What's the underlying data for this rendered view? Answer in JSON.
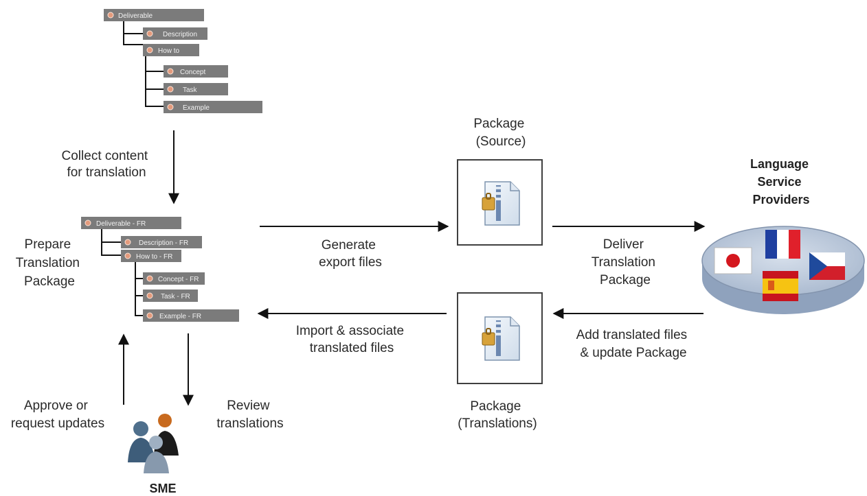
{
  "source_tree": {
    "nodes": [
      {
        "label": "Deliverable"
      },
      {
        "label": "Description"
      },
      {
        "label": "How to"
      },
      {
        "label": "Concept"
      },
      {
        "label": "Task"
      },
      {
        "label": "Example"
      }
    ]
  },
  "translated_tree": {
    "nodes": [
      {
        "label": "Deliverable - FR"
      },
      {
        "label": "Description - FR"
      },
      {
        "label": "How to - FR"
      },
      {
        "label": "Concept - FR"
      },
      {
        "label": "Task - FR"
      },
      {
        "label": "Example - FR"
      }
    ]
  },
  "labels": {
    "collect": [
      "Collect content",
      "for translation"
    ],
    "prepare": [
      "Prepare",
      "Translation",
      "Package"
    ],
    "generate": [
      "Generate",
      "export files"
    ],
    "import": [
      "Import & associate",
      "translated files"
    ],
    "deliver": [
      "Deliver",
      "Translation",
      "Package"
    ],
    "add_translated": [
      "Add translated  files",
      "& update  Package"
    ],
    "approve": [
      "Approve or",
      "request updates"
    ],
    "review": [
      "Review",
      "translations"
    ],
    "package_source": [
      "Package",
      "(Source)"
    ],
    "package_translations": [
      "Package",
      "(Translations)"
    ],
    "lsp": [
      "Language",
      "Service",
      "Providers"
    ],
    "sme": "SME"
  },
  "icons": {
    "package_icon": "zip-document-icon",
    "sme_icon": "people-group-icon",
    "lsp_icon": "flags-platter-icon"
  },
  "colors": {
    "node_fill": "#7b7b7b",
    "node_bullet": "#e39a7c",
    "platter_top": "#b9c6d8",
    "platter_side": "#8fa2bd"
  }
}
